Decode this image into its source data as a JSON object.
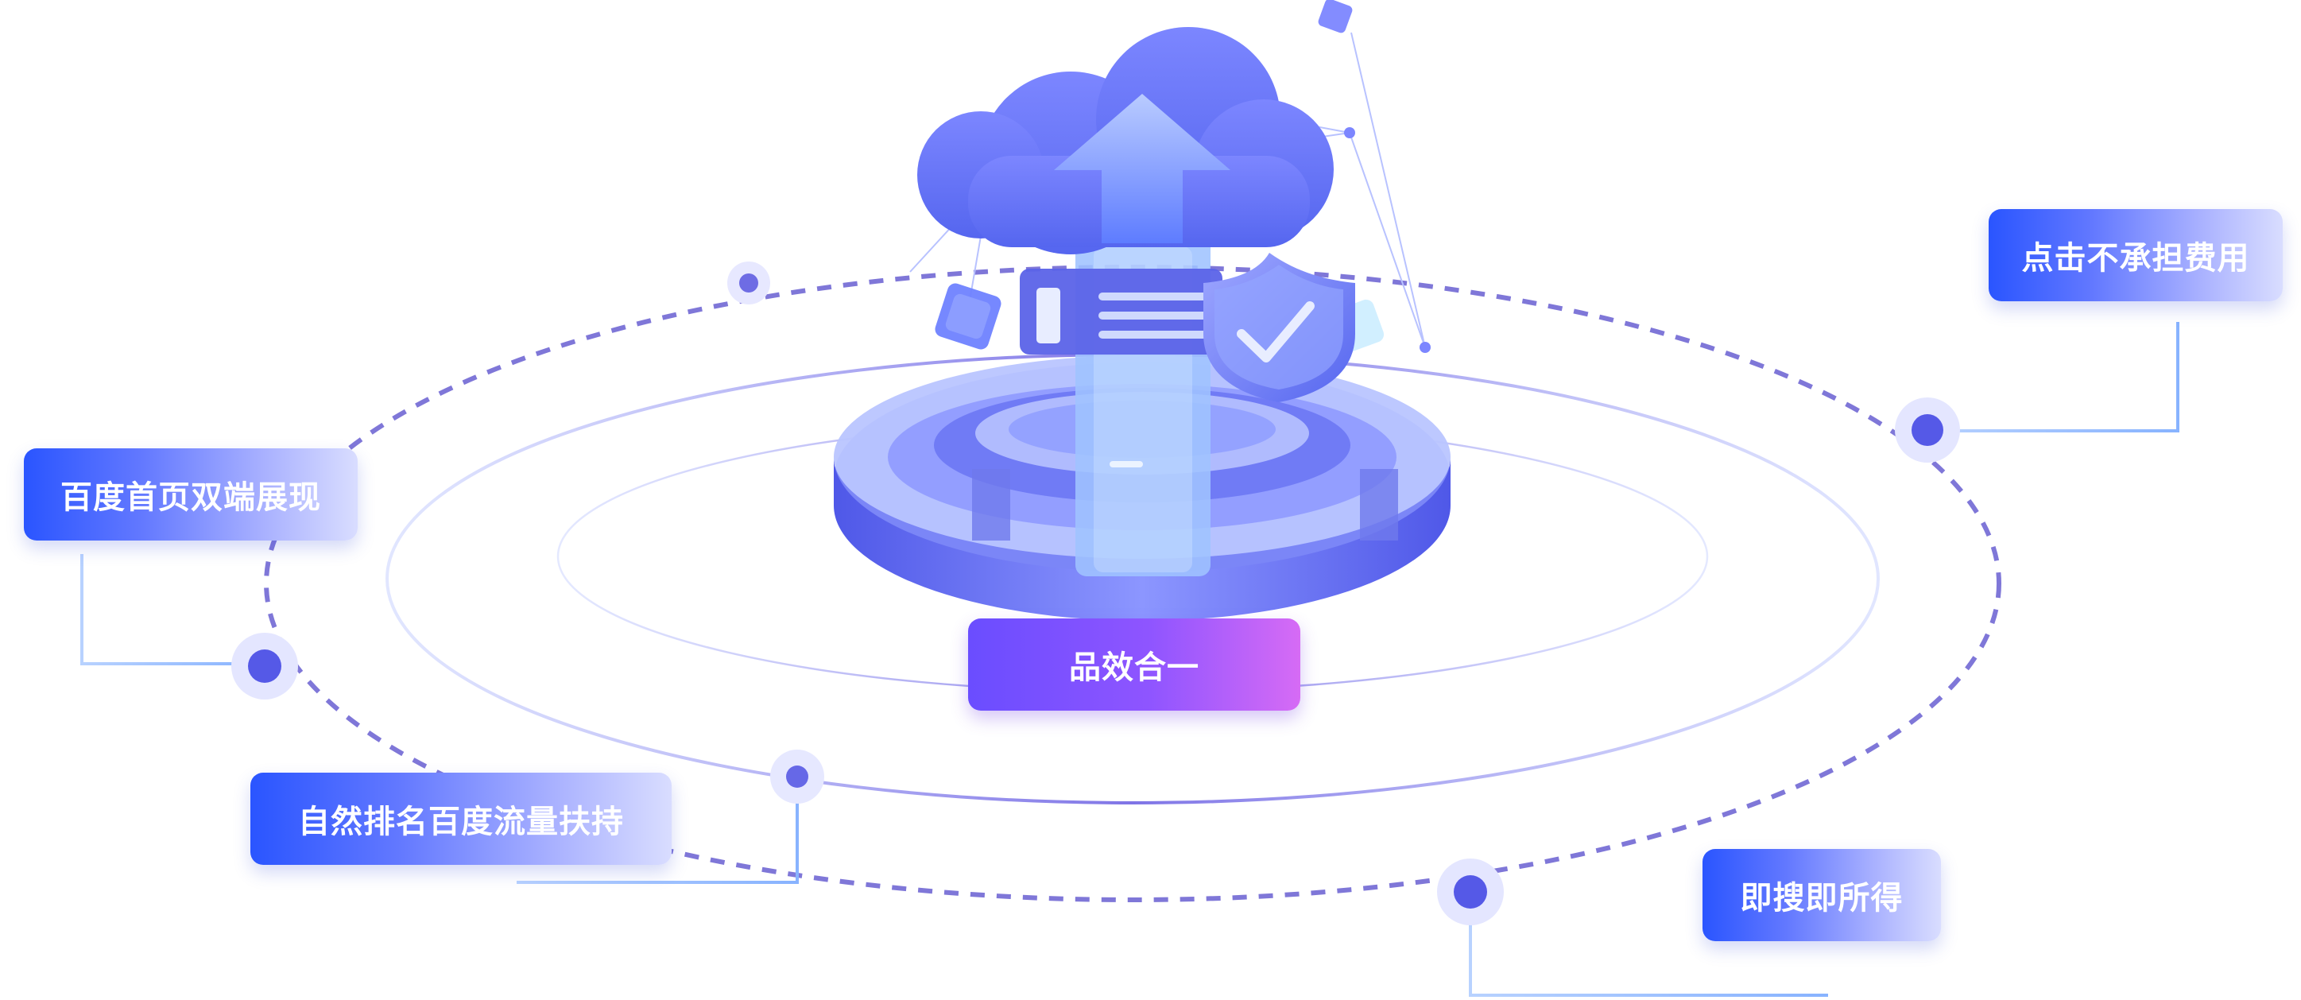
{
  "center_label": "品效合一",
  "features": {
    "top_right": "点击不承担费用",
    "left": "百度首页双端展现",
    "bottom_left": "自然排名百度流量扶持",
    "bottom_right": "即搜即所得"
  },
  "icons": {
    "main": "cloud-upload-icon",
    "security": "shield-check-icon",
    "document": "document-icon"
  },
  "colors": {
    "primary_blue": "#2a55ff",
    "lavender": "#a9b1ff",
    "orbit": "#6f68d8",
    "center_gradient_start": "#6a4dff",
    "center_gradient_end": "#d66bf5"
  }
}
